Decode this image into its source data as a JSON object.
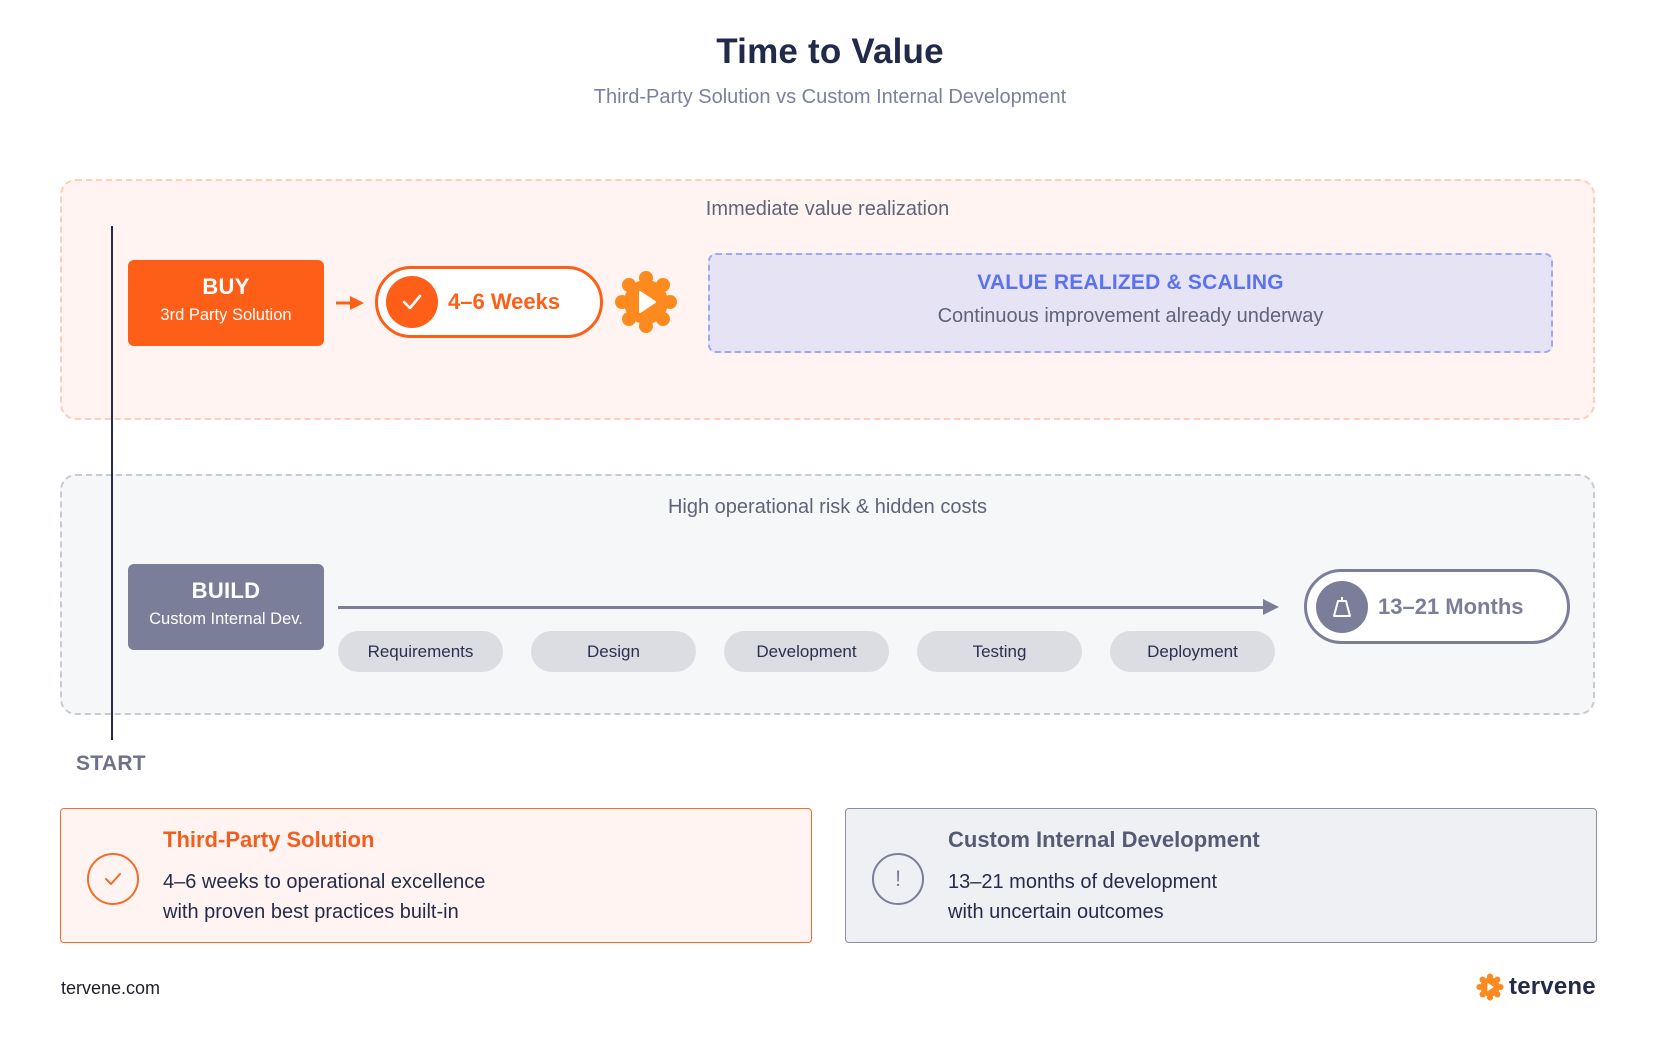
{
  "header": {
    "title": "Time to Value",
    "subtitle": "Third-Party Solution vs Custom Internal Development"
  },
  "colors": {
    "buy_accent": "#fd5f19",
    "build_accent": "#7b7e98",
    "value_accent": "#5a72f0",
    "value_bg": "#e5e3f4",
    "buy_lane_bg": "#fff4f1",
    "build_lane_bg": "#f6f7f9",
    "timeline": "#252a4a"
  },
  "buy_lane": {
    "label": "Immediate value realization",
    "box_title": "BUY",
    "box_subtitle": "3rd Party Solution",
    "duration": "4–6 Weeks",
    "duration_icon": "check-icon",
    "progress_icon": "gear-play-icon",
    "value_title": "VALUE REALIZED & SCALING",
    "value_subtitle": "Continuous improvement already underway"
  },
  "build_lane": {
    "label": "High operational risk & hidden costs",
    "box_title": "BUILD",
    "box_subtitle": "Custom Internal Dev.",
    "phases": [
      "Requirements",
      "Design",
      "Development",
      "Testing",
      "Deployment"
    ],
    "duration": "13–21 Months",
    "duration_icon": "weight-icon"
  },
  "timeline": {
    "start_label": "START"
  },
  "summary_cards": [
    {
      "title": "Third-Party Solution",
      "line1": "4–6 weeks to operational excellence",
      "line2": "with proven best practices built-in",
      "icon": "check-circle-icon"
    },
    {
      "title": "Custom Internal Development",
      "line1": "13–21 months of development",
      "line2": "with uncertain outcomes",
      "icon": "exclamation-circle-icon",
      "icon_glyph": "!"
    }
  ],
  "footer": {
    "url": "tervene.com",
    "brand": "tervene"
  }
}
